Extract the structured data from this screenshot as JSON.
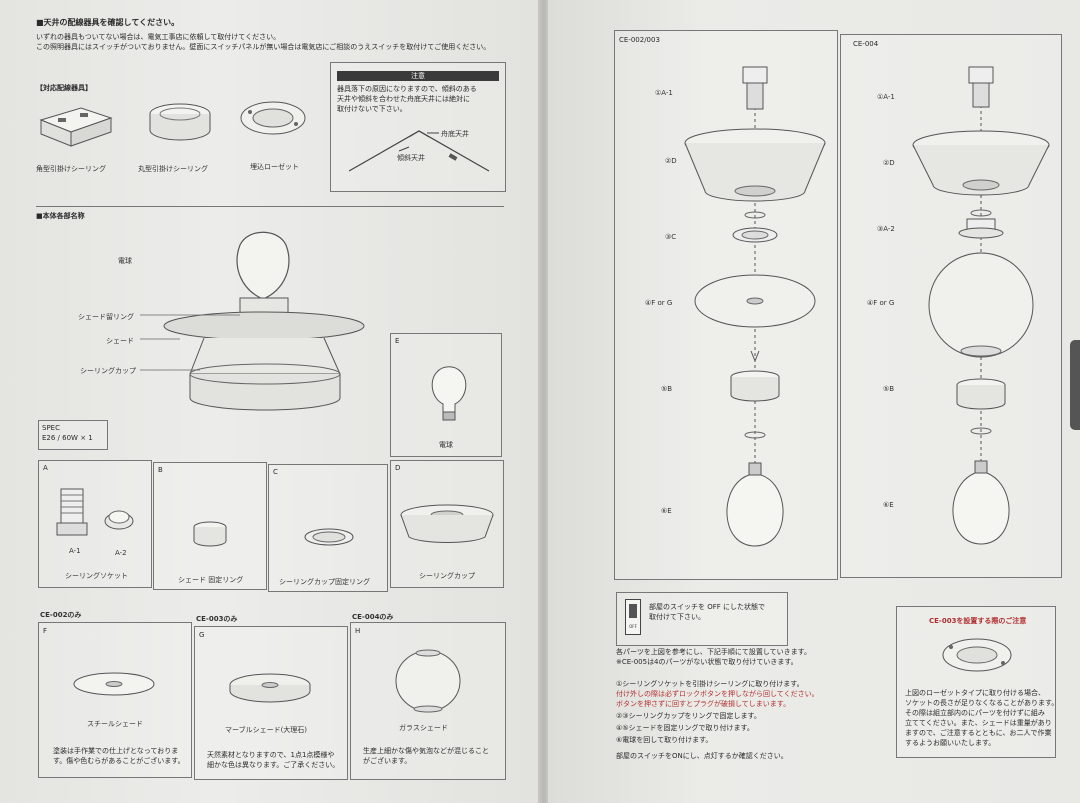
{
  "left": {
    "section1_title": "■天井の配線器具を確認してください。",
    "section1_line1": "いずれの器具もついてない場合は、電気工事店に依頼して取付けてください。",
    "section1_line2": "この照明器具にはスイッチがついておりません。壁面にスイッチパネルが無い場合は電気店にご相談のうえスイッチを取付けてご使用ください。",
    "supported_title": "【対応配線器具】",
    "fixtures": [
      "角型引掛けシーリング",
      "丸型引掛けシーリング",
      "埋込ローゼット"
    ],
    "caution": {
      "heading": "注意",
      "text1": "器具落下の原因になりますので、傾斜のある",
      "text2": "天井や傾斜を合わせた舟底天井には絶対に",
      "text3": "取付けないで下さい。",
      "label1": "舟底天井",
      "label2": "傾斜天井"
    },
    "parts_title": "■本体各部名称",
    "parts_labels": [
      "電球",
      "シェード留リング",
      "シェード",
      "シーリングカップ"
    ],
    "spec_title": "SPEC",
    "spec_value": "E26 / 60W × 1",
    "box_e": {
      "letter": "E",
      "caption": "電球"
    },
    "part_boxes": [
      {
        "letter": "A",
        "caption": "シーリングソケット",
        "sub1": "A-1",
        "sub2": "A-2"
      },
      {
        "letter": "B",
        "caption": "シェード 固定リング"
      },
      {
        "letter": "C",
        "caption": "シーリングカップ固定リング"
      },
      {
        "letter": "D",
        "caption": "シーリングカップ"
      }
    ],
    "shade_boxes": [
      {
        "model": "CE-002のみ",
        "letter": "F",
        "caption": "スチールシェード",
        "note1": "塗装は手作業での仕上げとなっておりま",
        "note2": "す。傷や色むらがあることがございます。"
      },
      {
        "model": "CE-003のみ",
        "letter": "G",
        "caption": "マーブルシェード(大理石)",
        "note1": "天然素材となりますので、1点1点模様や",
        "note2": "細かな色は異なります。ご了承ください。"
      },
      {
        "model": "CE-004のみ",
        "letter": "H",
        "caption": "ガラスシェード",
        "note1": "生産上細かな傷や気泡などが混じること",
        "note2": "がございます。"
      }
    ]
  },
  "right": {
    "diagram1_title": "CE-002/003",
    "diagram2_title": "CE-004",
    "d1_labels": [
      "①A-1",
      "②D",
      "③C",
      "④F or G",
      "⑤B",
      "⑥E"
    ],
    "d2_labels": [
      "①A-1",
      "②D",
      "③A-2",
      "④F or G",
      "⑤B",
      "⑥E"
    ],
    "switch_icon": "OFF",
    "switch_text1": "部屋のスイッチを OFF にした状態で",
    "switch_text2": "取付けて下さい。",
    "instructions": [
      "各パーツを上図を参考にし、下記手順にて設置していきます。",
      "※CE-005は4のパーツがない状態で取り付けていきます。",
      "①シーリングソケットを引掛けシーリングに取り付けます。",
      "付け外しの際は必ずロックボタンを押しながら回してください。",
      "ボタンを押さずに回すとプラグが破損してしまいます。",
      "②③シーリングカップをリングで固定します。",
      "④⑤シェードを固定リングで取り付けます。",
      "⑥電球を回して取り付けます。",
      "部屋のスイッチをONにし、点灯するか確認ください。"
    ],
    "ce003_title": "CE-003を設置する際のご注意",
    "ce003_lines": [
      "上図のローゼットタイプに取り付ける場合、",
      "ソケットの長さが足りなくなることがあります。",
      "その際は組立部内のにパーツを付けずに組み",
      "立ててください。また、シェードは重量があり",
      "ますので、ご注意するとともに、お二人で作業",
      "するようお願いいたします。"
    ]
  }
}
